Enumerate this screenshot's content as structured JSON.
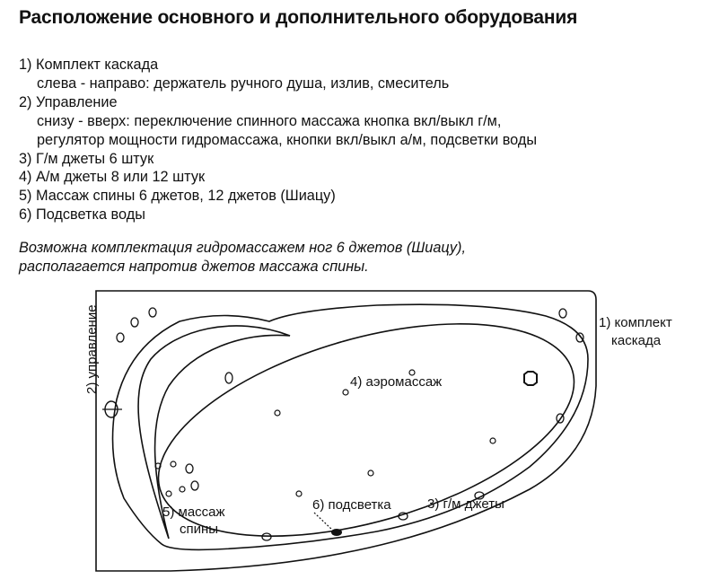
{
  "title": "Расположение основного и дополнительного оборудования",
  "list": {
    "item1": "1) Комплект каскада",
    "item1_sub": "слева - направо: держатель ручного душа, излив, смеситель",
    "item2": "2) Управление",
    "item2_sub1": "снизу - вверх: переключение спинного массажа кнопка вкл/выкл г/м,",
    "item2_sub2": "регулятор мощности гидромассажа, кнопки вкл/выкл а/м, подсветки воды",
    "item3": "3) Г/м джеты 6 штук",
    "item4": "4) А/м джеты 8 или 12 штук",
    "item5": "5) Массаж спины 6 джетов, 12 джетов (Шиацу)",
    "item6": "6) Подсветка воды"
  },
  "note": {
    "line1": "Возможна комплектация гидромассажем ног 6 джетов (Шиацу),",
    "line2": "располагается напротив джетов массажа спины."
  },
  "diagram": {
    "label_control": "2) управление",
    "label_cascade_1": "1) комплект",
    "label_cascade_2": "каскада",
    "label_aero": "4) аэромассаж",
    "label_back_1": "5) массаж",
    "label_back_2": "спины",
    "label_light": "6) подсветка",
    "label_jets": "3) г/м джеты"
  }
}
